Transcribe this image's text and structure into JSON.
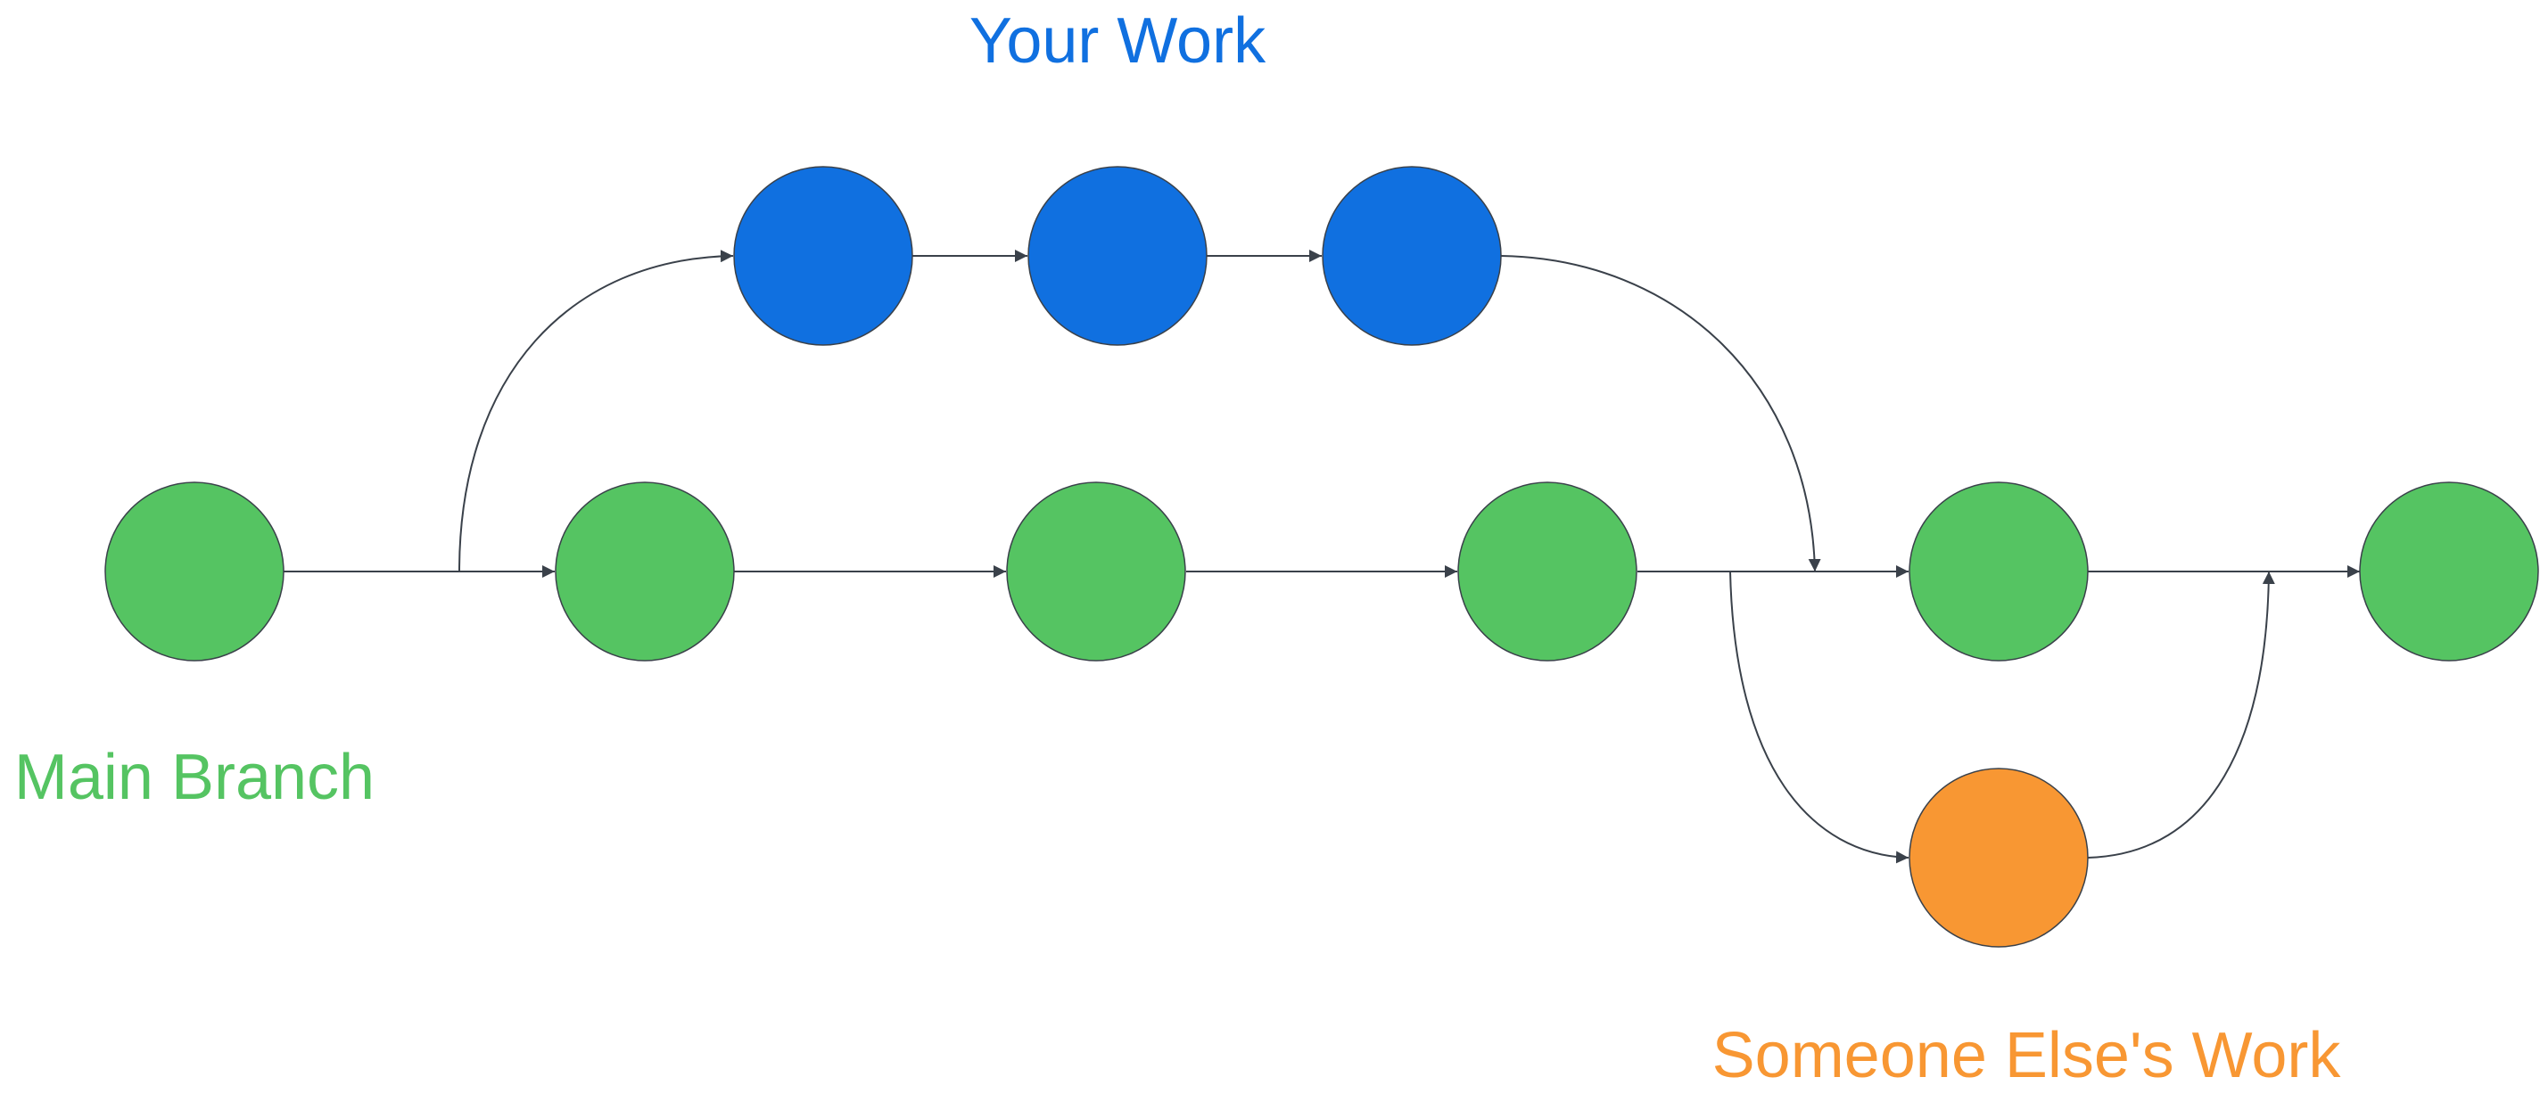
{
  "labels": {
    "your_work": "Your Work",
    "main_branch": "Main Branch",
    "someone_else": "Someone Else's Work"
  },
  "colors": {
    "your_work": "#1070e0",
    "main_branch": "#55c462",
    "someone_else": "#f89733",
    "stroke": "#3a414a"
  },
  "diagram": {
    "type": "git-branch-flow",
    "branches": [
      {
        "key": "main_branch",
        "commit_count": 6
      },
      {
        "key": "your_work",
        "commit_count": 3,
        "forks_after_main_commit": 1,
        "merges_before_main_commit": 5
      },
      {
        "key": "someone_else",
        "commit_count": 1,
        "forks_after_main_commit": 4,
        "merges_before_main_commit": 6
      }
    ]
  }
}
